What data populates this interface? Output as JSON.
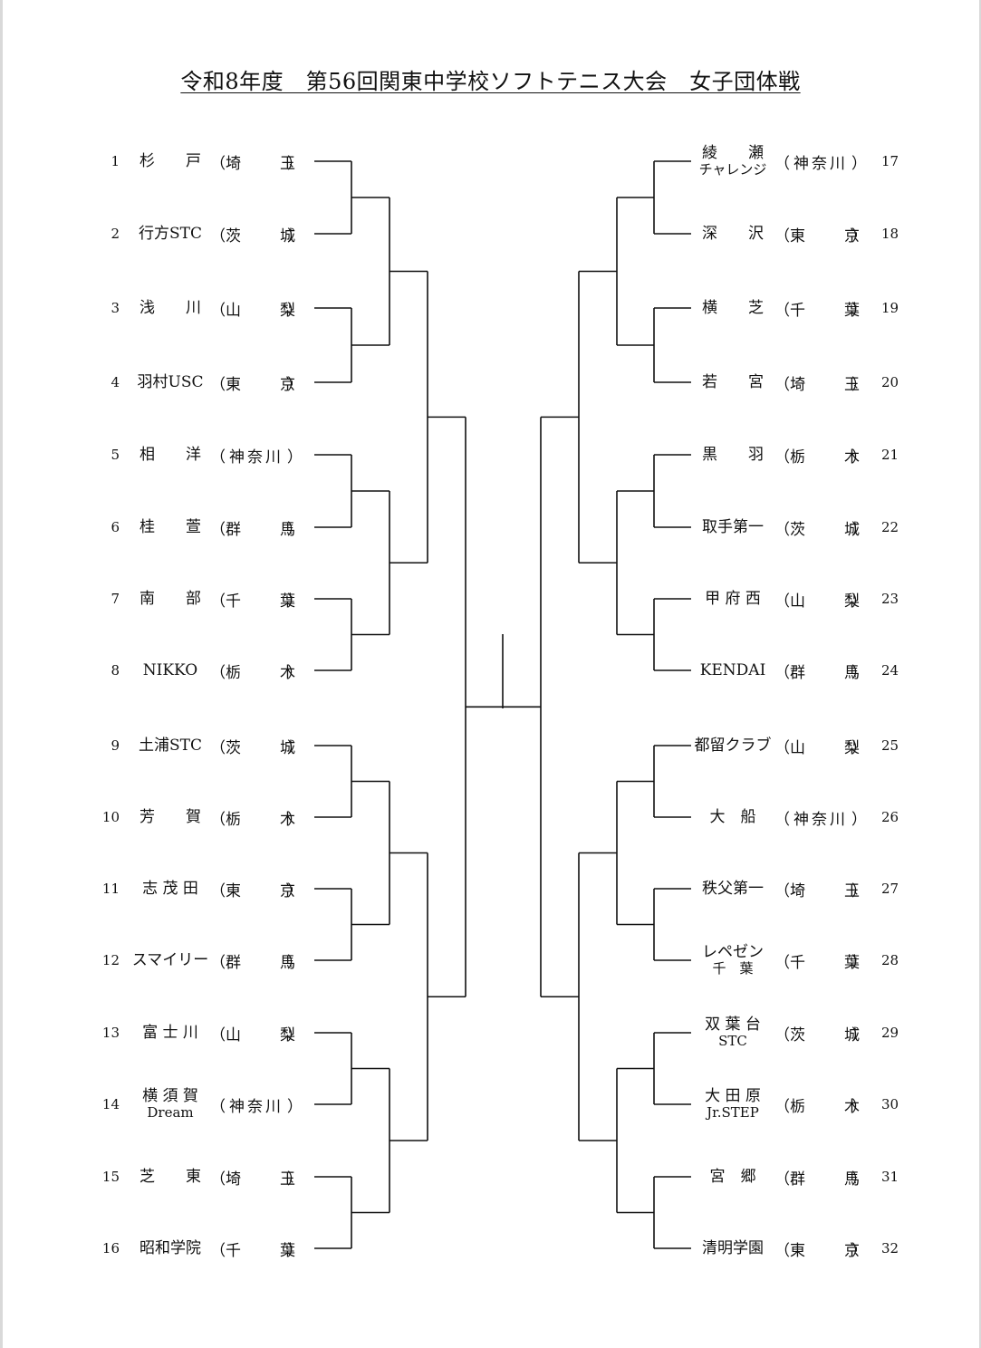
{
  "title": "令和8年度　第56回関東中学校ソフトテニス大会　女子団体戦",
  "left_teams": [
    {
      "num": "1",
      "name": "杉　　戸",
      "name2": "",
      "pref": "埼　　玉"
    },
    {
      "num": "2",
      "name": "行方STC",
      "name2": "",
      "pref": "茨　　城"
    },
    {
      "num": "3",
      "name": "浅　　川",
      "name2": "",
      "pref": "山　　梨"
    },
    {
      "num": "4",
      "name": "羽村USC",
      "name2": "",
      "pref": "東　　京"
    },
    {
      "num": "5",
      "name": "相　　洋",
      "name2": "",
      "pref": "神奈川"
    },
    {
      "num": "6",
      "name": "桂　　萱",
      "name2": "",
      "pref": "群　　馬"
    },
    {
      "num": "7",
      "name": "南　　部",
      "name2": "",
      "pref": "千　　葉"
    },
    {
      "num": "8",
      "name": "NIKKO",
      "name2": "",
      "pref": "栃　　木"
    },
    {
      "num": "9",
      "name": "土浦STC",
      "name2": "",
      "pref": "茨　　城"
    },
    {
      "num": "10",
      "name": "芳　　賀",
      "name2": "",
      "pref": "栃　　木"
    },
    {
      "num": "11",
      "name": "志 茂 田",
      "name2": "",
      "pref": "東　　京"
    },
    {
      "num": "12",
      "name": "スマイリー",
      "name2": "",
      "pref": "群　　馬"
    },
    {
      "num": "13",
      "name": "富 士 川",
      "name2": "",
      "pref": "山　　梨"
    },
    {
      "num": "14",
      "name": "横 須 賀",
      "name2": "Dream",
      "pref": "神奈川"
    },
    {
      "num": "15",
      "name": "芝　　東",
      "name2": "",
      "pref": "埼　　玉"
    },
    {
      "num": "16",
      "name": "昭和学院",
      "name2": "",
      "pref": "千　　葉"
    }
  ],
  "right_teams": [
    {
      "num": "17",
      "name": "綾　　瀬",
      "name2": "チャレンジ",
      "pref": "神奈川"
    },
    {
      "num": "18",
      "name": "深　　沢",
      "name2": "",
      "pref": "東　　京"
    },
    {
      "num": "19",
      "name": "横　　芝",
      "name2": "",
      "pref": "千　　葉"
    },
    {
      "num": "20",
      "name": "若　　宮",
      "name2": "",
      "pref": "埼　　玉"
    },
    {
      "num": "21",
      "name": "黒　　羽",
      "name2": "",
      "pref": "栃　　木"
    },
    {
      "num": "22",
      "name": "取手第一",
      "name2": "",
      "pref": "茨　　城"
    },
    {
      "num": "23",
      "name": "甲 府 西",
      "name2": "",
      "pref": "山　　梨"
    },
    {
      "num": "24",
      "name": "KENDAI",
      "name2": "",
      "pref": "群　　馬"
    },
    {
      "num": "25",
      "name": "都留クラブ",
      "name2": "",
      "pref": "山　　梨"
    },
    {
      "num": "26",
      "name": "大　船",
      "name2": "",
      "pref": "神奈川"
    },
    {
      "num": "27",
      "name": "秩父第一",
      "name2": "",
      "pref": "埼　　玉"
    },
    {
      "num": "28",
      "name": "レペゼン",
      "name2": "千　葉",
      "pref": "千　　葉"
    },
    {
      "num": "29",
      "name": "双 葉 台",
      "name2": "STC",
      "pref": "茨　　城"
    },
    {
      "num": "30",
      "name": "大 田 原",
      "name2": "Jr.STEP",
      "pref": "栃　　木"
    },
    {
      "num": "31",
      "name": "宮　郷",
      "name2": "",
      "pref": "群　　馬"
    },
    {
      "num": "32",
      "name": "清明学園",
      "name2": "",
      "pref": "東　　京"
    }
  ]
}
